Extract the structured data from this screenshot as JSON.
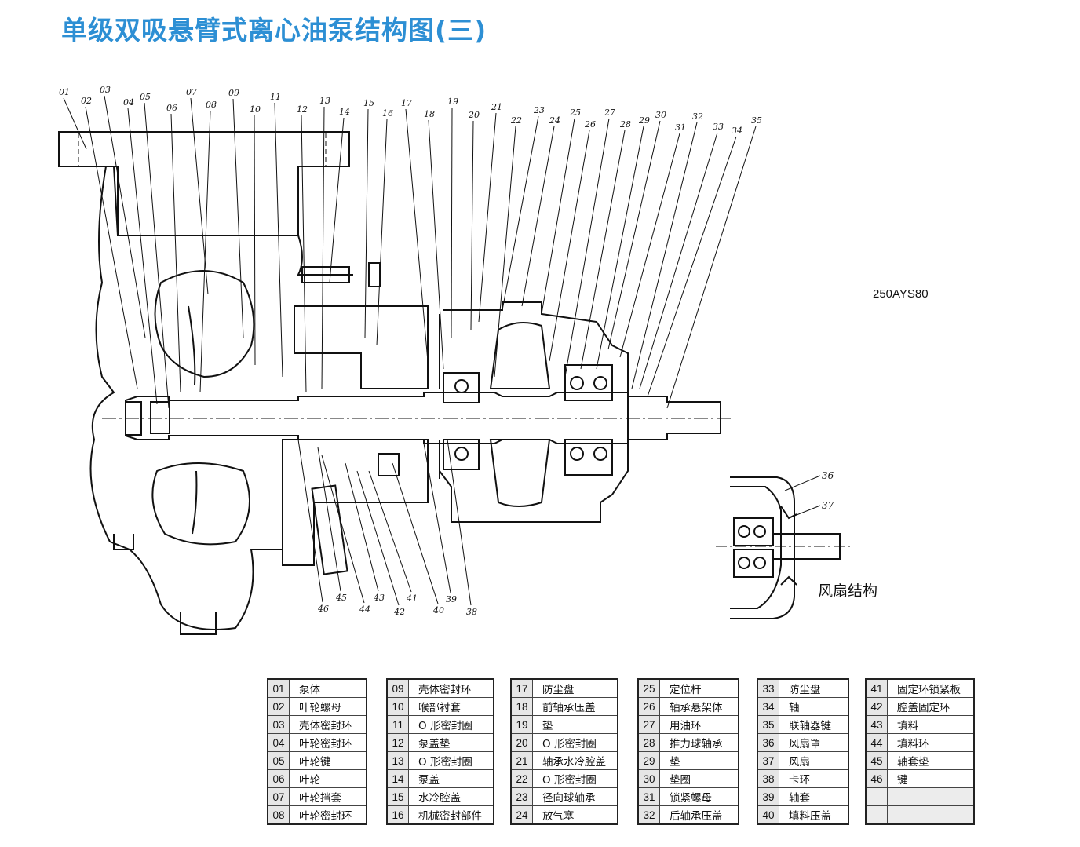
{
  "title": "单级双吸悬臂式离心油泵结构图(三)",
  "model": "250AYS80",
  "fan_label": "风扇结构",
  "callouts_top": [
    "01",
    "02",
    "03",
    "04",
    "05",
    "06",
    "07",
    "08",
    "09",
    "10",
    "11",
    "12",
    "13",
    "14",
    "15",
    "16",
    "17",
    "18",
    "19",
    "20",
    "21",
    "22",
    "23",
    "24",
    "25",
    "26",
    "27",
    "28",
    "29",
    "30",
    "31",
    "32",
    "33",
    "34",
    "35"
  ],
  "callouts_bottom": [
    "46",
    "45",
    "44",
    "43",
    "42",
    "41",
    "40",
    "39",
    "38"
  ],
  "callouts_fan": [
    "36",
    "37"
  ],
  "parts_columns": [
    [
      {
        "num": "01",
        "name": "泵体"
      },
      {
        "num": "02",
        "name": "叶轮螺母"
      },
      {
        "num": "03",
        "name": "壳体密封环"
      },
      {
        "num": "04",
        "name": "叶轮密封环"
      },
      {
        "num": "05",
        "name": "叶轮键"
      },
      {
        "num": "06",
        "name": "叶轮"
      },
      {
        "num": "07",
        "name": "叶轮挡套"
      },
      {
        "num": "08",
        "name": "叶轮密封环"
      }
    ],
    [
      {
        "num": "09",
        "name": "壳体密封环"
      },
      {
        "num": "10",
        "name": "喉部衬套"
      },
      {
        "num": "11",
        "name": "O 形密封圈"
      },
      {
        "num": "12",
        "name": "泵盖垫"
      },
      {
        "num": "13",
        "name": "O 形密封圈"
      },
      {
        "num": "14",
        "name": "泵盖"
      },
      {
        "num": "15",
        "name": "水冷腔盖"
      },
      {
        "num": "16",
        "name": "机械密封部件"
      }
    ],
    [
      {
        "num": "17",
        "name": "防尘盘"
      },
      {
        "num": "18",
        "name": "前轴承压盖"
      },
      {
        "num": "19",
        "name": "垫"
      },
      {
        "num": "20",
        "name": "O 形密封圈"
      },
      {
        "num": "21",
        "name": "轴承水冷腔盖"
      },
      {
        "num": "22",
        "name": "O 形密封圈"
      },
      {
        "num": "23",
        "name": "径向球轴承"
      },
      {
        "num": "24",
        "name": "放气塞"
      }
    ],
    [
      {
        "num": "25",
        "name": "定位杆"
      },
      {
        "num": "26",
        "name": "轴承悬架体"
      },
      {
        "num": "27",
        "name": "用油环"
      },
      {
        "num": "28",
        "name": "推力球轴承"
      },
      {
        "num": "29",
        "name": "垫"
      },
      {
        "num": "30",
        "name": "垫圈"
      },
      {
        "num": "31",
        "name": "锁紧螺母"
      },
      {
        "num": "32",
        "name": "后轴承压盖"
      }
    ],
    [
      {
        "num": "33",
        "name": "防尘盘"
      },
      {
        "num": "34",
        "name": "轴"
      },
      {
        "num": "35",
        "name": "联轴器键"
      },
      {
        "num": "36",
        "name": "风扇罩"
      },
      {
        "num": "37",
        "name": "风扇"
      },
      {
        "num": "38",
        "name": "卡环"
      },
      {
        "num": "39",
        "name": "轴套"
      },
      {
        "num": "40",
        "name": "填料压盖"
      }
    ],
    [
      {
        "num": "41",
        "name": "固定环锁紧板"
      },
      {
        "num": "42",
        "name": "腔盖固定环"
      },
      {
        "num": "43",
        "name": "填料"
      },
      {
        "num": "44",
        "name": "填料环"
      },
      {
        "num": "45",
        "name": "轴套垫"
      },
      {
        "num": "46",
        "name": "键"
      },
      {
        "num": "",
        "name": ""
      },
      {
        "num": "",
        "name": ""
      }
    ]
  ]
}
